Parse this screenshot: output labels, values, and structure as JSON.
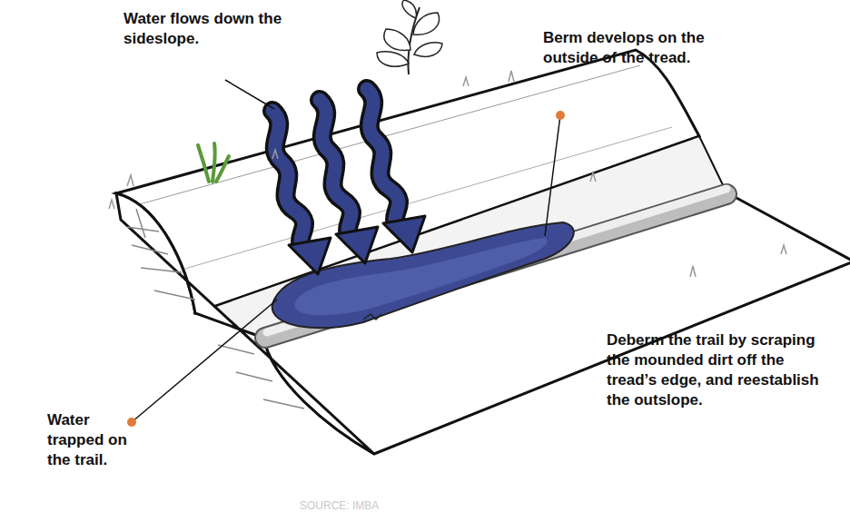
{
  "diagram": {
    "labels": [
      "Water flows down the sideslope.",
      "Berm develops on the outside of the tread.",
      "Deberm the trail by scraping the mounded dirt off the tread’s edge, and reestablish the outslope.",
      "Water trapped on the trail.",
      "SOURCE: IMBA"
    ]
  }
}
